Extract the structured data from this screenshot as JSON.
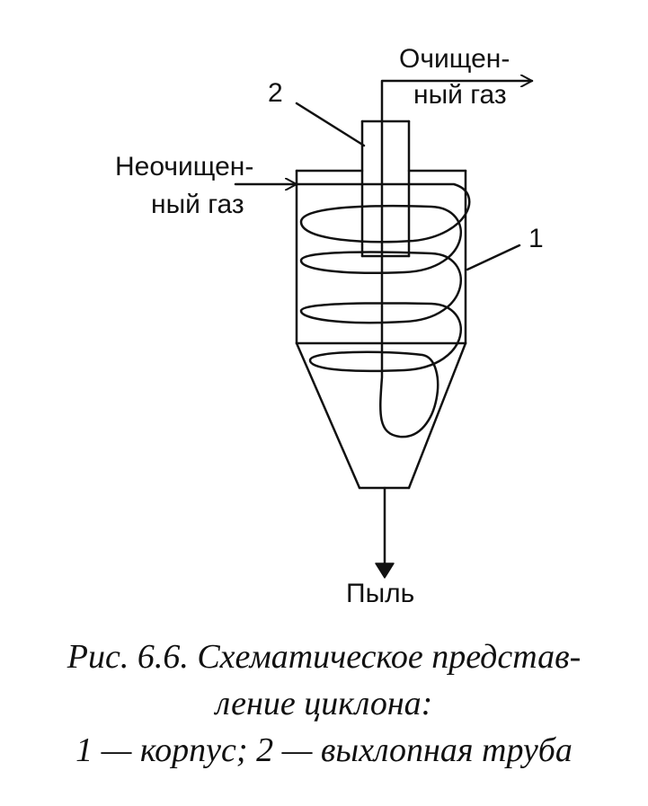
{
  "labels": {
    "clean_gas_line1": "Очищен-",
    "clean_gas_line2": "ный газ",
    "dirty_gas_line1": "Неочищен-",
    "dirty_gas_line2": "ный газ",
    "callout_2": "2",
    "callout_1": "1",
    "dust": "Пыль"
  },
  "caption": {
    "line1": "Рис. 6.6. Схематическое представ-",
    "line2": "ление циклона:",
    "line3": "1 — корпус; 2 — выхлопная труба"
  }
}
